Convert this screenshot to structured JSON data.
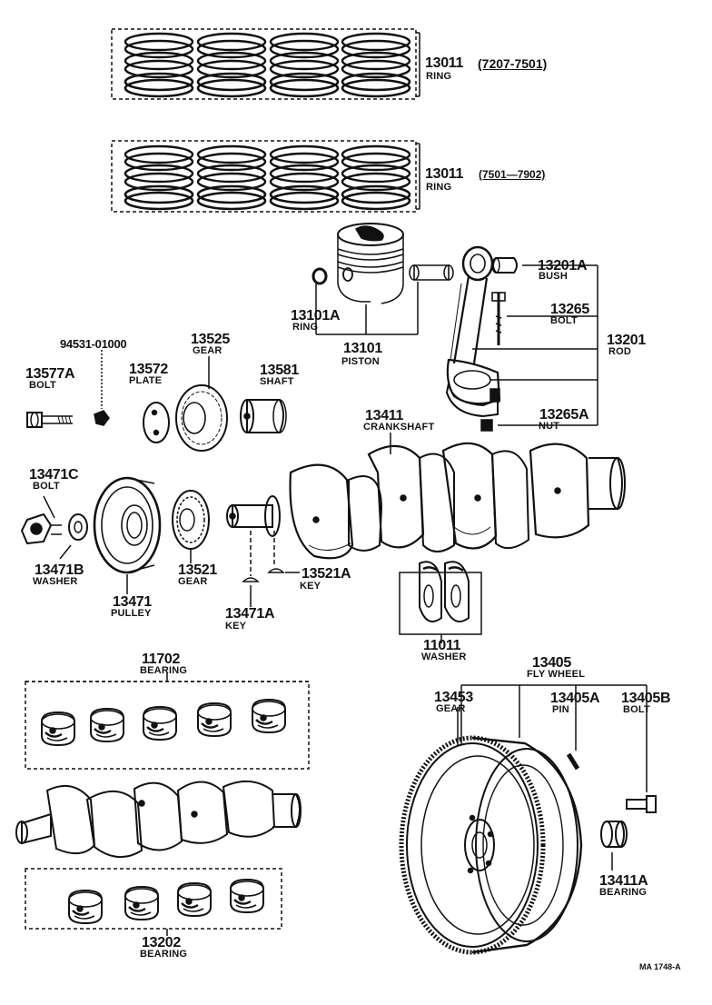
{
  "parts": [
    {
      "id": "ring_a",
      "number": "13011",
      "name": "RING",
      "range": "(7207-7501)"
    },
    {
      "id": "ring_b",
      "number": "13011",
      "name": "RING",
      "range": "(7501—7902)"
    },
    {
      "id": "bush",
      "number": "13201A",
      "name": "BUSH"
    },
    {
      "id": "rod_bolt",
      "number": "13265",
      "name": "BOLT"
    },
    {
      "id": "rod",
      "number": "13201",
      "name": "ROD"
    },
    {
      "id": "rod_nut",
      "number": "13265A",
      "name": "NUT"
    },
    {
      "id": "piston_ring",
      "number": "13101A",
      "name": "RING"
    },
    {
      "id": "piston",
      "number": "13101",
      "name": "PISTON"
    },
    {
      "id": "misc",
      "number": "94531-01000"
    },
    {
      "id": "gear_13525",
      "number": "13525",
      "name": "GEAR"
    },
    {
      "id": "bolt_13577",
      "number": "13577A",
      "name": "BOLT"
    },
    {
      "id": "plate",
      "number": "13572",
      "name": "PLATE"
    },
    {
      "id": "shaft",
      "number": "13581",
      "name": "SHAFT"
    },
    {
      "id": "crankshaft",
      "number": "13411",
      "name": "CRANKSHAFT"
    },
    {
      "id": "pulley_bolt",
      "number": "13471C",
      "name": "BOLT"
    },
    {
      "id": "pulley_washer",
      "number": "13471B",
      "name": "WASHER"
    },
    {
      "id": "gear_13521",
      "number": "13521",
      "name": "GEAR"
    },
    {
      "id": "pulley",
      "number": "13471",
      "name": "PULLEY"
    },
    {
      "id": "key_13521a",
      "number": "13521A",
      "name": "KEY"
    },
    {
      "id": "key_13471a",
      "number": "13471A",
      "name": "KEY"
    },
    {
      "id": "thrust_washer",
      "number": "11011",
      "name": "WASHER"
    },
    {
      "id": "main_bearing",
      "number": "11702",
      "name": "BEARING"
    },
    {
      "id": "flywheel",
      "number": "13405",
      "name": "FLY WHEEL"
    },
    {
      "id": "ring_gear",
      "number": "13453",
      "name": "GEAR"
    },
    {
      "id": "fw_pin",
      "number": "13405A",
      "name": "PIN"
    },
    {
      "id": "fw_bolt",
      "number": "13405B",
      "name": "BOLT"
    },
    {
      "id": "pilot_bearing",
      "number": "13411A",
      "name": "BEARING"
    },
    {
      "id": "rod_bearing",
      "number": "13202",
      "name": "BEARING"
    }
  ],
  "figure_code": "MA 1748-A"
}
